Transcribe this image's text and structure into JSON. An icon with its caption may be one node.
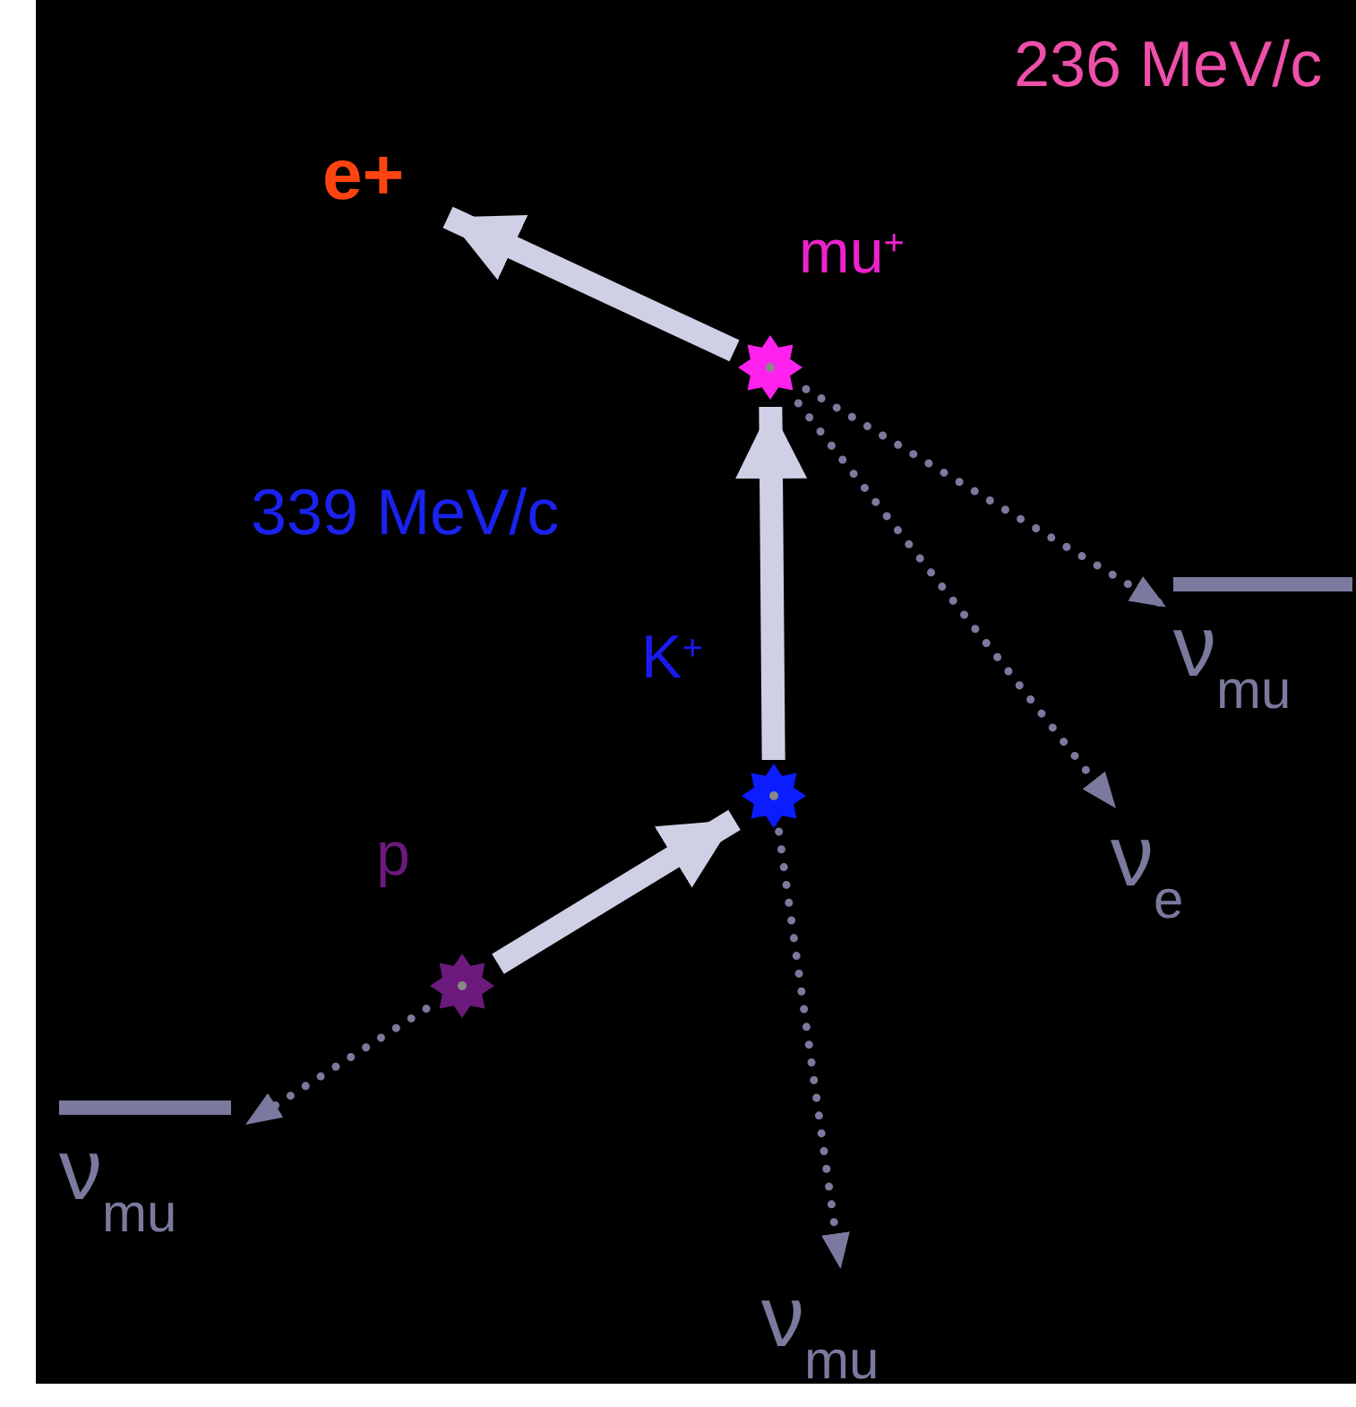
{
  "diagram": {
    "nodes": [
      {
        "text": [],
        "shape": "star",
        "beside": [
          "p"
        ]
      },
      {
        "text": [],
        "shape": "star",
        "beside": [
          "K$^{+}$"
        ]
      },
      {
        "text": [],
        "shape": "star",
        "beside": [
          "mu$^{+}$"
        ]
      },
      {
        "text": [
          "e+"
        ]
      },
      {
        "text": [
          "ν$_{mu}$"
        ]
      },
      {
        "text": [
          "ν$_{e}$"
        ]
      },
      {
        "text": [
          "ν$_{mu}$"
        ]
      },
      {
        "text": [
          "ν$_{mu}$"
        ]
      }
    ],
    "edges": [
      {
        "from": 0,
        "to": 1,
        "arrow": "to",
        "style": "thick"
      },
      {
        "from": 1,
        "to": 2,
        "arrow": "to",
        "style": "thick"
      },
      {
        "from": 2,
        "to": 3,
        "arrow": "to",
        "style": "thick"
      },
      {
        "from": 2,
        "to": 4,
        "arrow": "to",
        "style": "dashed",
        "color": "#7a7a9e"
      },
      {
        "from": 2,
        "to": 5,
        "arrow": "to",
        "style": "dashed",
        "color": "#7a7a9e"
      },
      {
        "from": 1,
        "to": 7,
        "arrow": "to",
        "style": "dashed",
        "color": "#7a7a9e"
      },
      {
        "from": 0,
        "to": 6,
        "arrow": "to",
        "style": "dashed",
        "color": "#7a7a9e"
      }
    ],
    "labels": [
      "236 MeV/c",
      "339 MeV/c"
    ]
  }
}
